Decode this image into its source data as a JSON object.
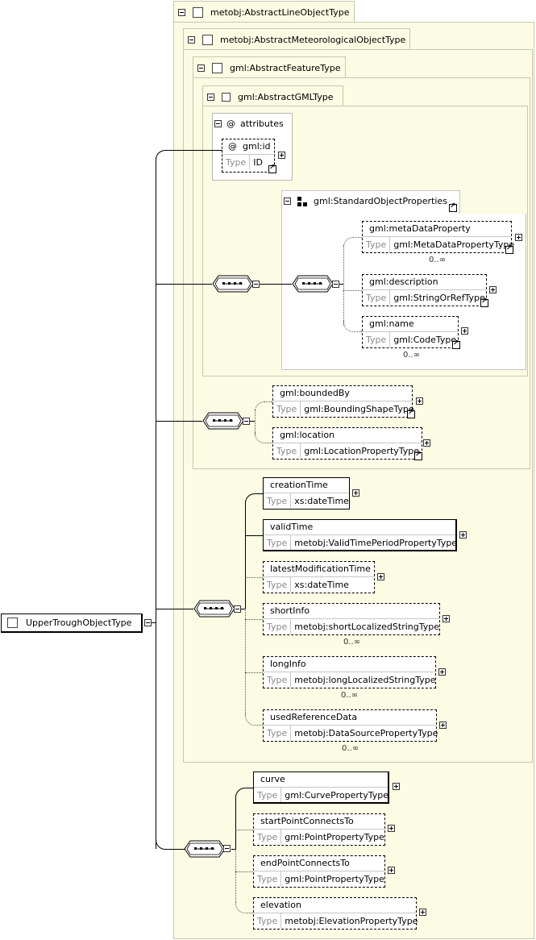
{
  "root": {
    "label": "UpperTroughObjectType"
  },
  "panels": {
    "abstract_line": "metobj:AbstractLineObjectType",
    "abstract_meteo": "metobj:AbstractMeteorologicalObjectType",
    "abstract_feature": "gml:AbstractFeatureType",
    "abstract_gml": "gml:AbstractGMLType"
  },
  "attributes": {
    "header": "attributes",
    "at_symbol": "@",
    "id_name": "gml:id",
    "id_type_key": "Type",
    "id_type": "ID"
  },
  "standard_props": {
    "title": "gml:StandardObjectProperties",
    "items": [
      {
        "name": "gml:metaDataProperty",
        "type_key": "Type",
        "type": "gml:MetaDataPropertyType",
        "mult": "0..∞"
      },
      {
        "name": "gml:description",
        "type_key": "Type",
        "type": "gml:StringOrRefType",
        "mult": ""
      },
      {
        "name": "gml:name",
        "type_key": "Type",
        "type": "gml:CodeType",
        "mult": "0..∞"
      }
    ]
  },
  "feature_items": [
    {
      "name": "gml:boundedBy",
      "type_key": "Type",
      "type": "gml:BoundingShapeType"
    },
    {
      "name": "gml:location",
      "type_key": "Type",
      "type": "gml:LocationPropertyType"
    }
  ],
  "meteo_items": [
    {
      "name": "creationTime",
      "type_key": "Type",
      "type": "xs:dateTime",
      "mult": ""
    },
    {
      "name": "validTime",
      "type_key": "Type",
      "type": "metobj:ValidTimePeriodPropertyType",
      "mult": ""
    },
    {
      "name": "latestModificationTime",
      "type_key": "Type",
      "type": "xs:dateTime",
      "mult": ""
    },
    {
      "name": "shortInfo",
      "type_key": "Type",
      "type": "metobj:shortLocalizedStringType",
      "mult": "0..∞"
    },
    {
      "name": "longInfo",
      "type_key": "Type",
      "type": "metobj:longLocalizedStringType",
      "mult": "0..∞"
    },
    {
      "name": "usedReferenceData",
      "type_key": "Type",
      "type": "metobj:DataSourcePropertyType",
      "mult": "0..∞"
    }
  ],
  "line_items": [
    {
      "name": "curve",
      "type_key": "Type",
      "type": "gml:CurvePropertyType"
    },
    {
      "name": "startPointConnectsTo",
      "type_key": "Type",
      "type": "gml:PointPropertyType"
    },
    {
      "name": "endPointConnectsTo",
      "type_key": "Type",
      "type": "gml:PointPropertyType"
    },
    {
      "name": "elevation",
      "type_key": "Type",
      "type": "metobj:ElevationPropertyType"
    }
  ]
}
